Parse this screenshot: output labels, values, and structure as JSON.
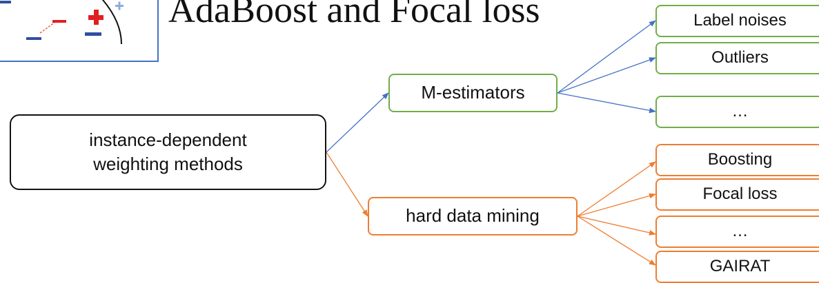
{
  "title": "AdaBoost and Focal loss",
  "root": {
    "line1": "instance-dependent",
    "line2": "weighting methods"
  },
  "m_estimators": {
    "label": "M-estimators",
    "children": [
      "Label noises",
      "Outliers",
      "…"
    ]
  },
  "hard_mining": {
    "label": "hard data mining",
    "children": [
      "Boosting",
      "Focal loss",
      "…",
      "GAIRAT"
    ]
  },
  "colors": {
    "blue": "#4472c4",
    "green": "#70ad47",
    "orange": "#ed7d31",
    "red": "#e02020"
  },
  "icons": {
    "thumbnail": "boosting-illustration-icon"
  }
}
